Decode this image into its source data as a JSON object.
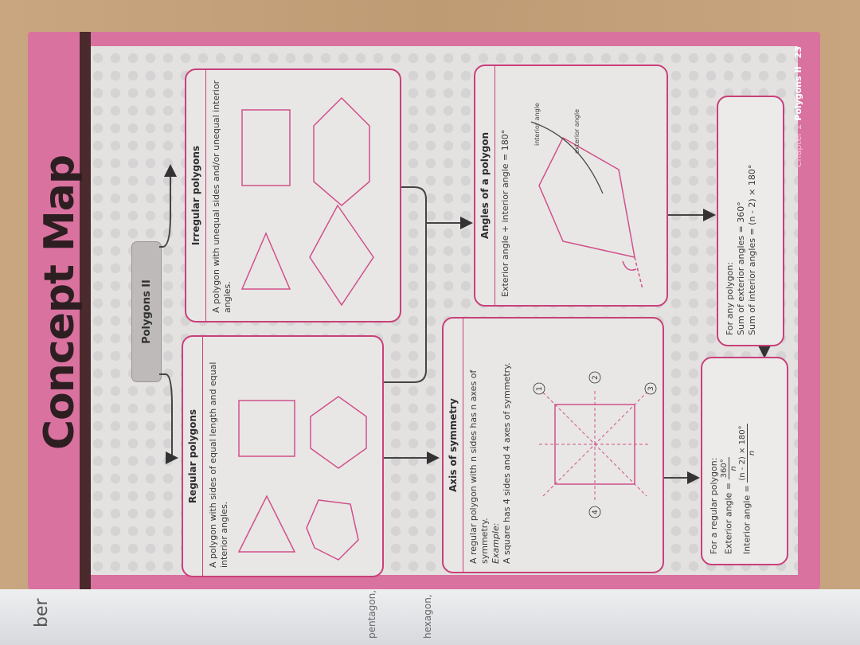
{
  "page": {
    "title": "Concept Map",
    "root": "Polygons II",
    "footer": {
      "chapter": "Chapter 2",
      "section": "Polygons II",
      "page_number": "23"
    },
    "accent_color": "#c9407a"
  },
  "boxes": {
    "regular": {
      "title": "Regular polygons",
      "text": "A polygon with sides of equal length and equal interior angles."
    },
    "irregular": {
      "title": "Irregular polygons",
      "text": "A polygon with unequal sides and/or unequal interior angles."
    },
    "symmetry": {
      "title": "Axis of symmetry",
      "text": "A regular polygon with n sides has n axes of symmetry.",
      "example_label": "Example:",
      "example": "A square has 4 sides and 4 axes of symmetry.",
      "axis_labels": [
        "1",
        "2",
        "3",
        "4"
      ]
    },
    "angles": {
      "title": "Angles of a polygon",
      "text": "Exterior angle + interior angle = 180°",
      "exterior_label": "exterior angle",
      "interior_label": "interior angle"
    }
  },
  "formulas": {
    "regular": {
      "intro": "For a regular polygon:",
      "exterior_label": "Exterior angle =",
      "exterior_num": "360°",
      "exterior_den": "n",
      "interior_label": "Interior angle =",
      "interior_num": "(n - 2) × 180°",
      "interior_den": "n"
    },
    "any": {
      "intro": "For any polygon:",
      "line1": "Sum of exterior angles = 360°",
      "line2": "Sum of interior angles = (n - 2) × 180°"
    }
  },
  "side_page": {
    "fragments": [
      "ber",
      "pentagon,",
      "hexagon,"
    ]
  }
}
